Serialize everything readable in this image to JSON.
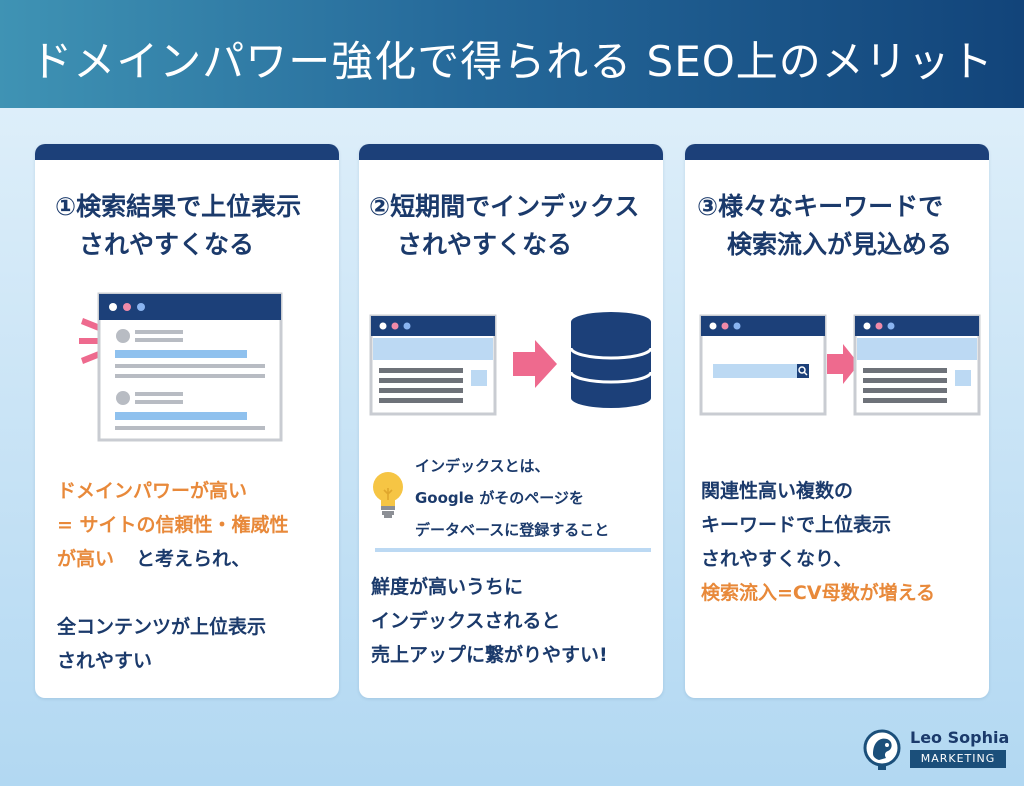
{
  "header": {
    "title": "ドメインパワー強化で得られる SEO上のメリット"
  },
  "colors": {
    "navy": "#1c4079",
    "orange": "#e8893a",
    "pink": "#ee6a8e",
    "light_blue": "#bcd9f3"
  },
  "cards": [
    {
      "title_line1": "①検索結果で上位表示",
      "title_line2": "されやすくなる",
      "text": {
        "o1": "ドメインパワーが高い",
        "o2": "= サイトの信頼性・権威性",
        "o3": "が高い",
        "n3": "と考えられ、",
        "n4": "全コンテンツが上位表示",
        "n5": "されやすい"
      }
    },
    {
      "title_line1": "②短期間でインデックス",
      "title_line2": "されやすくなる",
      "note": {
        "line1": "インデックスとは、",
        "line2": "Google がそのページを",
        "line3": "データベースに登録すること"
      },
      "text": {
        "line1": "鮮度が高いうちに",
        "line2": "インデックスされると",
        "line3": "売上アップに繋がりやすい!"
      }
    },
    {
      "title_line1": "③様々なキーワードで",
      "title_line2": "検索流入が見込める",
      "text": {
        "line1": "関連性高い複数の",
        "line2": "キーワードで上位表示",
        "line3": "されやすくなり、",
        "line4": "検索流入=CV母数が増える"
      }
    }
  ],
  "logo": {
    "name": "Leo Sophia",
    "tagline": "MARKETING"
  }
}
